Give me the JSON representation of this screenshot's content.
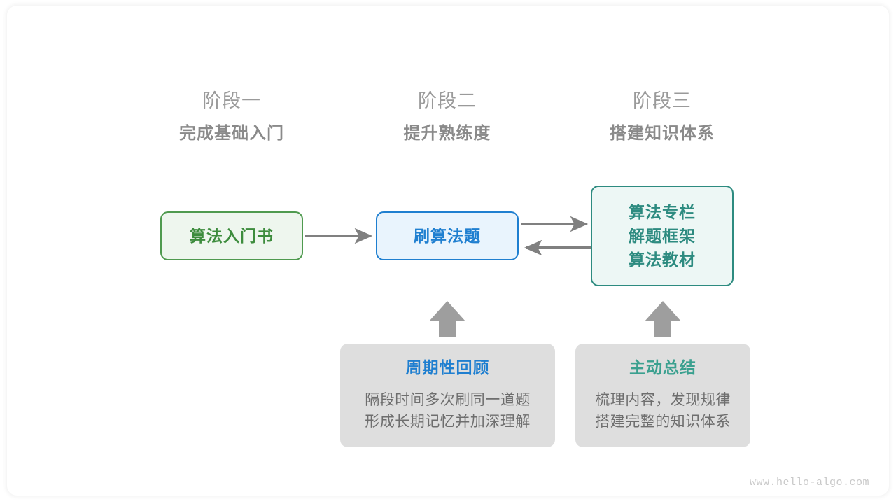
{
  "stages": [
    {
      "label": "阶段一",
      "title": "完成基础入门"
    },
    {
      "label": "阶段二",
      "title": "提升熟练度"
    },
    {
      "label": "阶段三",
      "title": "搭建知识体系"
    }
  ],
  "nodes": {
    "book": {
      "text": "算法入门书",
      "border_color": "#4f9a4f",
      "fill_color": "#eef6ee",
      "text_color": "#3d8c3d"
    },
    "practice": {
      "text": "刷算法题",
      "border_color": "#1f7fd0",
      "fill_color": "#e9f4fd",
      "text_color": "#1f7fd0"
    },
    "resources": {
      "line1": "算法专栏",
      "line2": "解题框架",
      "line3": "算法教材",
      "border_color": "#2d8b80",
      "fill_color": "#edf7f5",
      "text_color": "#2d8b80"
    }
  },
  "tips": {
    "review": {
      "title": "周期性回顾",
      "line1": "隔段时间多次刷同一道题",
      "line2": "形成长期记忆并加深理解",
      "title_color": "#1f7fd0",
      "fill_color": "#dedede"
    },
    "summary": {
      "title": "主动总结",
      "line1": "梳理内容，发现规律",
      "line2": "搭建完整的知识体系",
      "title_color": "#3aa08f",
      "fill_color": "#dedede"
    }
  },
  "connectors": {
    "arrow_color": "#808080",
    "items": [
      {
        "name": "book-to-practice",
        "direction": "right"
      },
      {
        "name": "practice-to-resources",
        "direction": "right"
      },
      {
        "name": "resources-to-practice",
        "direction": "left"
      },
      {
        "name": "review-to-practice",
        "direction": "up"
      },
      {
        "name": "summary-to-resources",
        "direction": "up"
      }
    ]
  },
  "watermark": {
    "text": "www.hello-algo.com"
  }
}
